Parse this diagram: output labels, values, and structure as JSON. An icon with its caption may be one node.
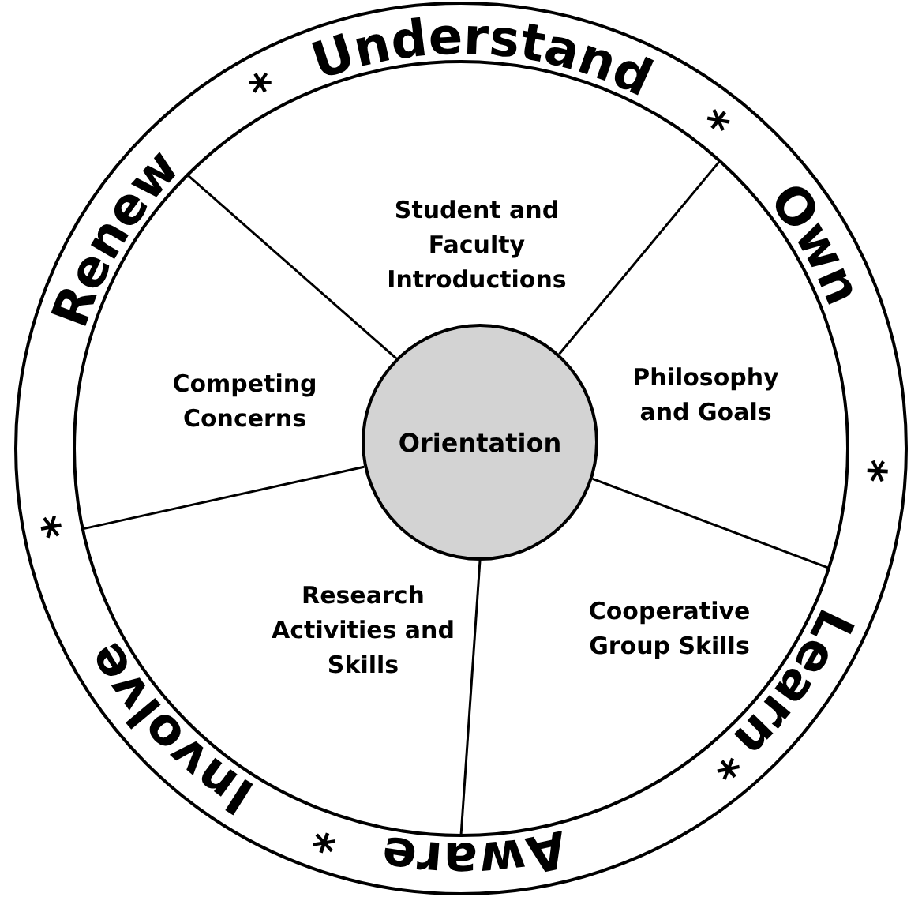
{
  "diagram": {
    "nodes": [
      {
        "text": [
          "Orientation"
        ]
      },
      {
        "text": [
          "Student and Faculty Introductions"
        ]
      },
      {
        "text": [
          "Philosophy and Goals"
        ]
      },
      {
        "text": [
          "Cooperative Group Skills"
        ]
      },
      {
        "text": [
          "Research Activities and Skills"
        ]
      },
      {
        "text": [
          "Competing Concerns"
        ]
      }
    ],
    "edges": [],
    "labels": [
      "Understand",
      "*",
      "Own",
      "*",
      "Learn",
      "*",
      "Aware",
      "*",
      "Involve",
      "*",
      "Renew",
      "*"
    ]
  }
}
